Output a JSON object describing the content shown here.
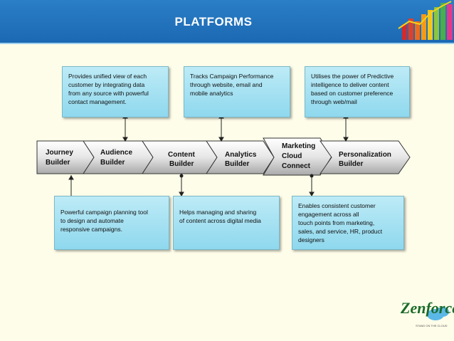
{
  "title": "PLATFORMS",
  "stages": [
    {
      "label": "Journey\nBuilder"
    },
    {
      "label": "Audience\nBuilder"
    },
    {
      "label": "Content\nBuilder"
    },
    {
      "label": "Analytics\nBuilder"
    },
    {
      "label": "Marketing\nCloud\nConnect"
    },
    {
      "label": "Personalization\nBuilder"
    }
  ],
  "notes": {
    "audience": "Provides unified view of each\ncustomer by integrating data\nfrom any source with powerful\ncontact management.",
    "analytics": "Tracks Campaign Performance\nthrough website, email and\nmobile analytics",
    "personalization": "Utilises the power of Predictive\nintelligence to deliver content\nbased on customer preference\nthrough web/mail",
    "journey": "Powerful campaign planning tool\nto design and automate\nresponsive campaigns.",
    "content": "Helps managing and sharing\nof content across digital media",
    "marketing": "Enables consistent customer\nengagement across all\ntouch points from marketing,\nsales, and service, HR, product\ndesigners"
  },
  "logo": {
    "name": "Zenforce",
    "tagline": "STAND ON THE CLOUD"
  },
  "colors": {
    "header": "#1c68b3",
    "box": "#a9e2f2",
    "arrow_light": "#ffffff",
    "arrow_dark": "#b9b9b9"
  }
}
